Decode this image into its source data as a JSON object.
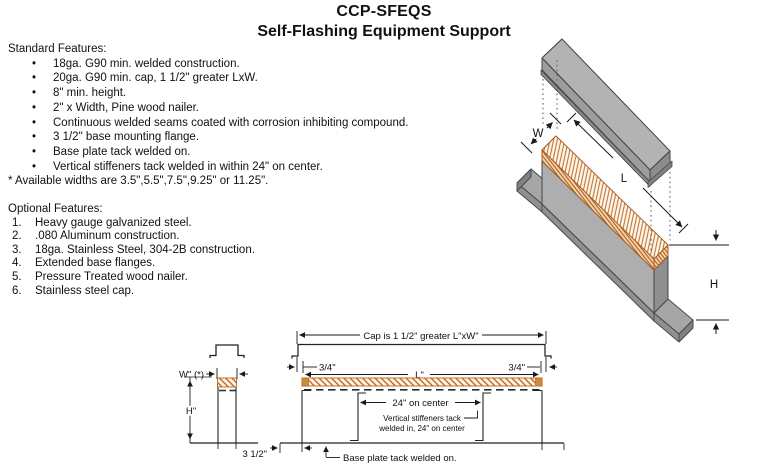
{
  "title": {
    "line1": "CCP-SFEQS",
    "line2": "Self-Flashing Equipment Support"
  },
  "standard_features": {
    "heading": "Standard Features:",
    "bullet": "•",
    "items": [
      "18ga. G90 min. welded construction.",
      "20ga. G90 min. cap, 1 1/2\" greater LxW.",
      "8\" min. height.",
      "2\" x Width, Pine wood nailer.",
      "Continuous welded seams coated with corrosion inhibiting compound.",
      "3 1/2\" base mounting flange.",
      "Base plate tack welded on.",
      "Vertical stiffeners tack welded in within 24\" on center."
    ],
    "footnote": "* Available widths are 3.5\",5.5\",7.5\",9.25\" or 11.25\"."
  },
  "optional_features": {
    "heading": "Optional Features:",
    "items": [
      {
        "num": "1.",
        "text": "Heavy gauge galvanized steel."
      },
      {
        "num": "2.",
        "text": ".080 Aluminum construction."
      },
      {
        "num": "3.",
        "text": "18ga. Stainless Steel, 304-2B construction."
      },
      {
        "num": "4.",
        "text": "Extended base flanges."
      },
      {
        "num": "5.",
        "text": "Pressure Treated wood nailer."
      },
      {
        "num": "6.",
        "text": "Stainless steel cap."
      }
    ]
  },
  "iso_labels": {
    "w": "W",
    "l": "L",
    "h": "H"
  },
  "section_view": {
    "width_label": "W\" (*)",
    "height_label": "H\""
  },
  "elevation_view": {
    "cap_label": "Cap is 1 1/2\" greater L\"xW\"",
    "overhang_left": "3/4\"",
    "overhang_right": "3/4\"",
    "length_label": "L\"",
    "spacing_label": "24\" on center",
    "stiffener_note_1": "Vertical stiffeners tack",
    "stiffener_note_2": "welded in, 24\" on center",
    "base_flange_label": "3 1/2\"",
    "base_note": "Base plate tack welded on."
  },
  "colors": {
    "wood_line": "#c4732c",
    "wood_edge": "#b5651d",
    "steel_light": "#b3b3b3",
    "steel_mid": "#9d9d9d",
    "steel_dark": "#818181",
    "outline": "#454545",
    "dim_line": "#1a1a1a"
  }
}
